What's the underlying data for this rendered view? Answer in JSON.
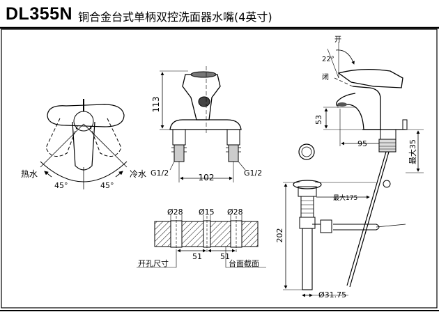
{
  "header": {
    "model": "DL355N",
    "description": "铜合金台式单柄双控洗面器水嘴(4英寸)"
  },
  "top_view": {
    "hot_label": "热水",
    "cold_label": "冷水",
    "angle_left": "45°",
    "angle_right": "45°"
  },
  "front_view": {
    "height_dim": "113",
    "width_dim": "102",
    "thread_left": "G1/2",
    "thread_right": "G1/2"
  },
  "side_view": {
    "open_label": "开",
    "close_label": "闭",
    "angle": "22°",
    "height_dim": "53",
    "reach_dim": "95",
    "max_thickness": "最大35",
    "max_length": "最大175",
    "total_height": "202",
    "drain_diameter": "Ø31.75"
  },
  "cutout": {
    "d1": "Ø28",
    "d2": "Ø15",
    "d3": "Ø28",
    "spacing_left": "51",
    "spacing_right": "51",
    "hole_label": "开孔尺寸",
    "section_label": "台面截面"
  }
}
